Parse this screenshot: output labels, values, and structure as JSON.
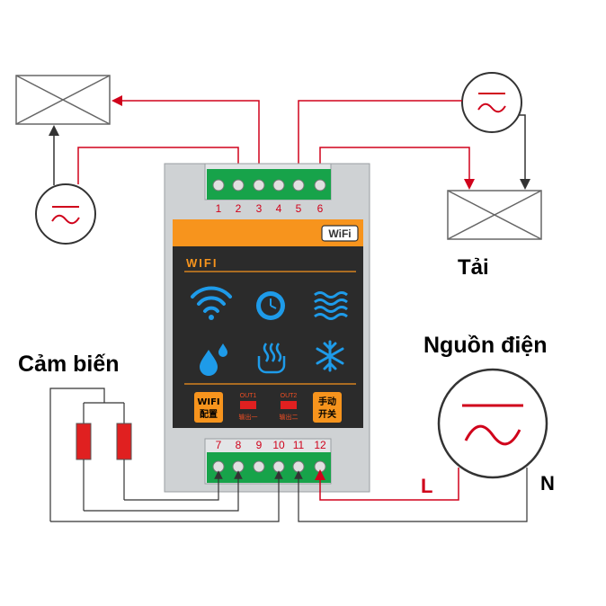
{
  "labels": {
    "sensor": "Cảm biến",
    "load": "Tải",
    "power": "Nguồn điện",
    "line": "L",
    "neutral": "N"
  },
  "device": {
    "badge": "WiFi",
    "title": "WIFI",
    "top_terminals": [
      "1",
      "2",
      "3",
      "4",
      "5",
      "6"
    ],
    "bottom_terminals": [
      "7",
      "8",
      "9",
      "10",
      "11",
      "12"
    ],
    "wifi_button": [
      "WIFI",
      "配置"
    ],
    "out1": {
      "label": "OUT1",
      "sub": "输出一"
    },
    "out2": {
      "label": "OUT2",
      "sub": "输出二"
    },
    "manual_button": [
      "手动",
      "开关"
    ],
    "icons": [
      "wifi-icon",
      "timer-icon",
      "water-waves-icon",
      "water-drop-icon",
      "heating-icon",
      "snowflake-icon"
    ]
  },
  "colors": {
    "wire_red": "#d0021b",
    "wire_dark": "#333333",
    "panel": "#2b2b2b",
    "orange": "#f7941d",
    "icon_blue": "#1e9be9"
  }
}
